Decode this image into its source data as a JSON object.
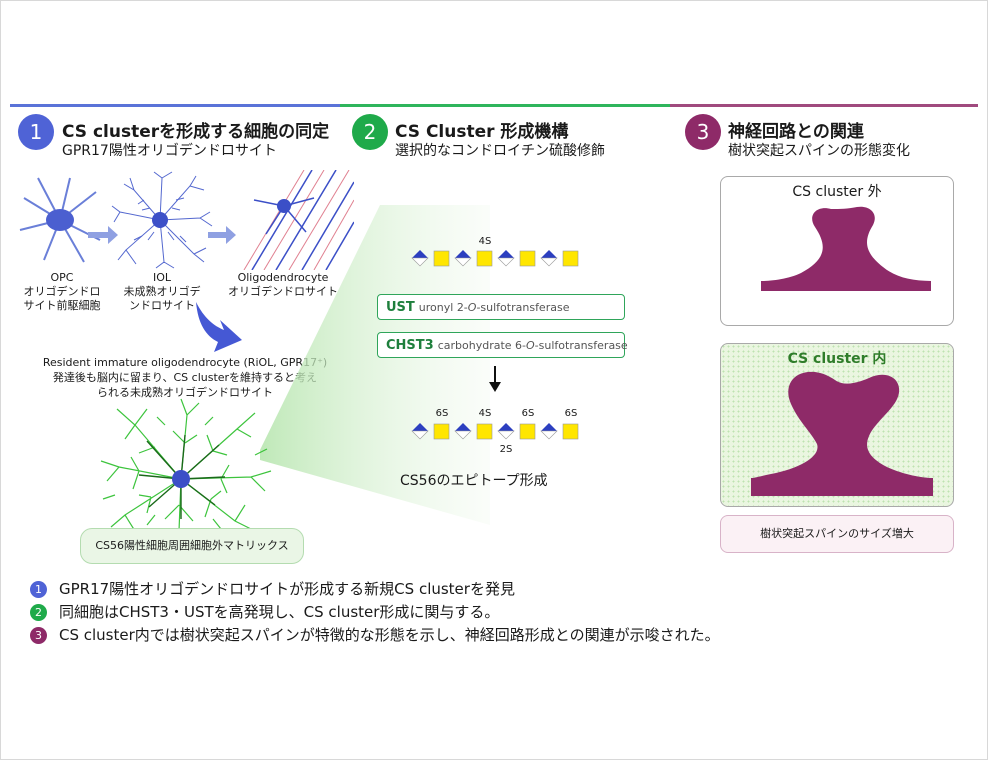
{
  "colors": {
    "blue": "#4f63d6",
    "green": "#1faa4a",
    "purple": "#8e2a68",
    "yellow": "#ffe600",
    "navy": "#2c3fc0",
    "matrix": "#2dbb2d"
  },
  "sections": [
    {
      "number": "1",
      "title": "CS clusterを形成する細胞の同定",
      "subtitle": "GPR17陽性オリゴデンドロサイト"
    },
    {
      "number": "2",
      "title": "CS Cluster 形成機構",
      "subtitle": "選択的なコンドロイチン硫酸修飾"
    },
    {
      "number": "3",
      "title": "神経回路との関連",
      "subtitle": "樹状突起スパインの形態変化"
    }
  ],
  "cells": [
    {
      "name": "OPC",
      "desc1": "オリゴデンドロ",
      "desc2": "サイト前駆細胞"
    },
    {
      "name": "IOL",
      "desc1": "未成熟オリゴデ",
      "desc2": "ンドロサイト"
    },
    {
      "name": "Oligodendrocyte",
      "desc1": "オリゴデンドロサイト",
      "desc2": ""
    }
  ],
  "riol": {
    "line1": "Resident immature oligodendrocyte (RiOL, GPR17⁺)",
    "line2": "発達後も脳内に留まり、CS clusterを維持すると考え",
    "line3": "られる未成熟オリゴデンドロサイト"
  },
  "matrix_label": "CS56陽性細胞周囲細胞外マトリックス",
  "chain": {
    "top_sulfation": "4S",
    "bottom_sulfations": [
      "6S",
      "4S",
      "6S",
      "6S"
    ],
    "bottom_extra": "2S",
    "caption": "CS56のエピトープ形成"
  },
  "enzymes": [
    {
      "abbr": "UST",
      "full_pre": "uronyl 2-",
      "full_o": "O",
      "full_post": "-sulfotransferase"
    },
    {
      "abbr": "CHST3",
      "full_pre": "carbohydrate 6-",
      "full_o": "O",
      "full_post": "-sulfotransferase"
    }
  ],
  "spines": {
    "outside_label": "CS cluster 外",
    "inside_label": "CS cluster 内",
    "result": "樹状突起スパインのサイズ増大"
  },
  "bullets": [
    {
      "number": "1",
      "text": "GPR17陽性オリゴデンドロサイトが形成する新規CS clusterを発見"
    },
    {
      "number": "2",
      "text": "同細胞はCHST3・USTを高発現し、CS cluster形成に関与する。"
    },
    {
      "number": "3",
      "text": "CS cluster内では樹状突起スパインが特徴的な形態を示し、神経回路形成との関連が示唆された。"
    }
  ]
}
